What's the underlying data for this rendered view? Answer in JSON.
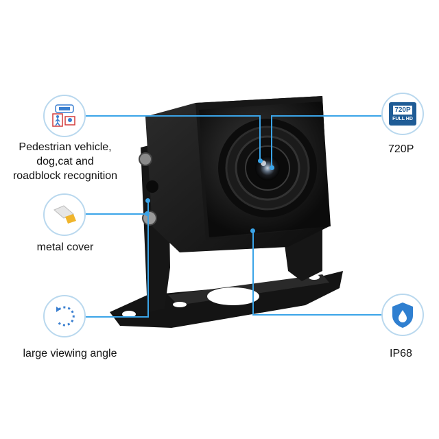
{
  "features": {
    "recognition": {
      "label_lines": [
        "Pedestrian vehicle,",
        "dog,cat and",
        "roadblock recognition"
      ],
      "icon": "pedestrian-vehicle-recognition-icon"
    },
    "metal_cover": {
      "label": "metal cover",
      "icon": "metal-cover-icon"
    },
    "viewing_angle": {
      "label": "large viewing angle",
      "icon": "rotate-arrow-icon"
    },
    "resolution": {
      "label": "720P",
      "badge_top": "720P",
      "badge_bottom": "FULL HD",
      "icon": "hd-badge-icon"
    },
    "waterproof": {
      "label": "IP68",
      "icon": "water-shield-icon"
    }
  },
  "colors": {
    "accent": "#3aa4e8",
    "badge": "#1f5c96",
    "camera": "#141414"
  }
}
